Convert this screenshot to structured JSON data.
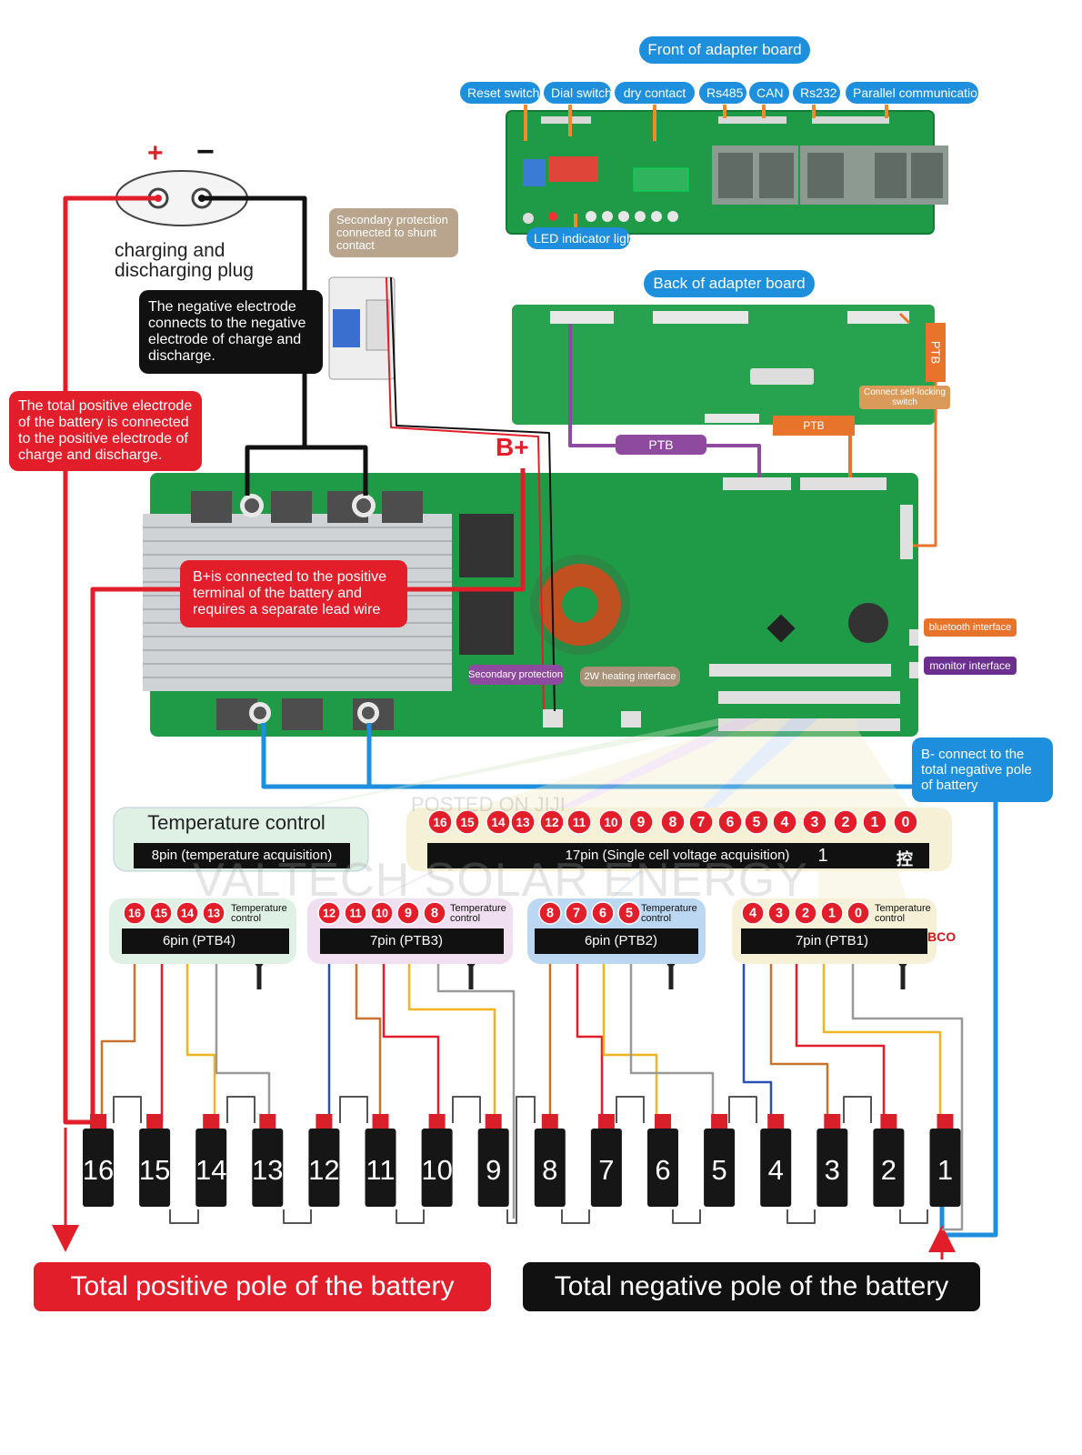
{
  "front_board": {
    "title": "Front of adapter board",
    "labels": [
      "Reset switch",
      "Dial switch",
      "dry contact",
      "Rs485",
      "CAN",
      "Rs232",
      "Parallel communication"
    ],
    "led": "LED indicator light"
  },
  "back_board": {
    "title": "Back of adapter board",
    "ptb_right": "PTB",
    "ptb_bottom": "PTB",
    "ptb_purple": "PTB",
    "self_locking": "Connect self-locking switch"
  },
  "plug": {
    "plus": "+",
    "minus": "−",
    "label_line1": "charging and",
    "label_line2": "discharging plug"
  },
  "secondary_protection_box": "Secondary protection connected to shunt contact",
  "negative_note": "The negative electrode connects to the negative electrode of charge and discharge.",
  "positive_note": "The total positive electrode of the battery is connected to the positive electrode of charge and discharge.",
  "bplus_label": "B+",
  "bplus_note": "B+is connected to the positive terminal of the battery and requires a separate lead wire",
  "secondary_protection_tag": "Secondary protection",
  "heating_tag": "2W heating interface",
  "bluetooth": "bluetooth interface",
  "monitor": "monitor interface",
  "bminus_note": "B- connect to the total negative pole of battery",
  "temperature": {
    "title": "Temperature control",
    "bar": "8pin (temperature acquisition)"
  },
  "voltage": {
    "numbers": [
      "16",
      "15",
      "14",
      "13",
      "12",
      "11",
      "10",
      "9",
      "8",
      "7",
      "6",
      "5",
      "4",
      "3",
      "2",
      "1",
      "0"
    ],
    "bar": "17pin (Single cell voltage acquisition)",
    "one": "1",
    "ctrl": "控"
  },
  "groups": [
    {
      "nums": [
        "16",
        "15",
        "14",
        "13"
      ],
      "sub": "Temperature control",
      "bar": "6pin (PTB4)"
    },
    {
      "nums": [
        "12",
        "11",
        "10",
        "9",
        "8"
      ],
      "sub": "Temperature control",
      "bar": "7pin (PTB3)"
    },
    {
      "nums": [
        "8",
        "7",
        "6",
        "5"
      ],
      "sub": "Temperature control",
      "bar": "6pin (PTB2)"
    },
    {
      "nums": [
        "4",
        "3",
        "2",
        "1",
        "0"
      ],
      "sub": "Temperature control",
      "bar": "7pin (PTB1)"
    }
  ],
  "bco": "BCO",
  "cells": [
    "16",
    "15",
    "14",
    "13",
    "12",
    "11",
    "10",
    "9",
    "8",
    "7",
    "6",
    "5",
    "4",
    "3",
    "2",
    "1"
  ],
  "bottom": {
    "positive": "Total positive pole of the battery",
    "negative": "Total negative pole of the battery"
  },
  "watermark": "VALTECH SOLAR ENERGY",
  "posted": "POSTED ON JIJI",
  "colors": {
    "blue": "#1d8fdc",
    "red": "#e31e2b",
    "board_green": "#1f9a46",
    "purple": "#8e4a9e",
    "orange": "#e8732a"
  }
}
